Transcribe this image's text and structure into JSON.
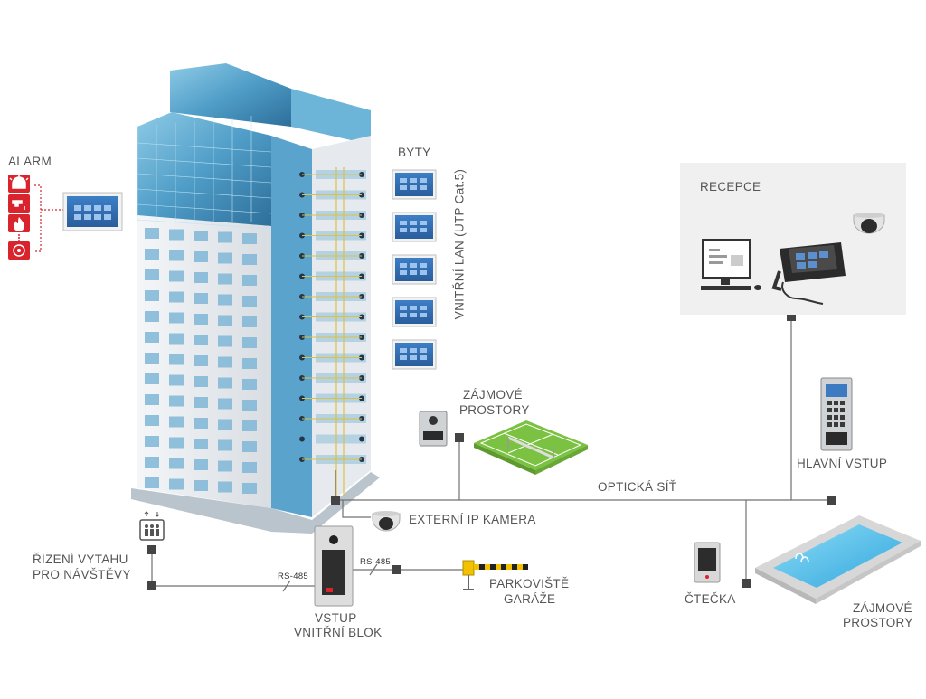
{
  "labels": {
    "alarm": "ALARM",
    "byty": "BYTY",
    "lan": "VNITŘNÍ LAN (UTP Cat.5)",
    "recepce": "RECEPCE",
    "zajmove_tennis_1": "ZÁJMOVÉ",
    "zajmove_tennis_2": "PROSTORY",
    "hlavni_vstup": "HLAVNÍ VSTUP",
    "opticka_sit": "OPTICKÁ SÍŤ",
    "externi_kamera": "EXTERNÍ IP KAMERA",
    "vytah_1": "ŘÍZENÍ VÝTAHU",
    "vytah_2": "PRO NÁVŠTĚVY",
    "rs485_left": "RS-485",
    "rs485_right": "RS-485",
    "vstup_1": "VSTUP",
    "vstup_2": "VNITŘNÍ BLOK",
    "parkoviste_1": "PARKOVIŠTĚ",
    "parkoviste_2": "GARÁŽE",
    "ctecka": "ČTEČKA",
    "zajmove_pool_1": "ZÁJMOVÉ",
    "zajmove_pool_2": "PROSTORY"
  },
  "colors": {
    "line": "#707070",
    "node": "#444444",
    "alarm_red": "#d9232d",
    "glass": "#5aa9d4",
    "tennis": "#7cc242",
    "pool": "#4fb7e8",
    "recepce_bg": "#f0f0f0",
    "cable": "#d9c24a"
  },
  "icons": {
    "alarm": [
      "siren-icon",
      "water-tap-icon",
      "fire-icon",
      "smoke-detector-icon"
    ],
    "apartments_monitor_count": 5
  }
}
